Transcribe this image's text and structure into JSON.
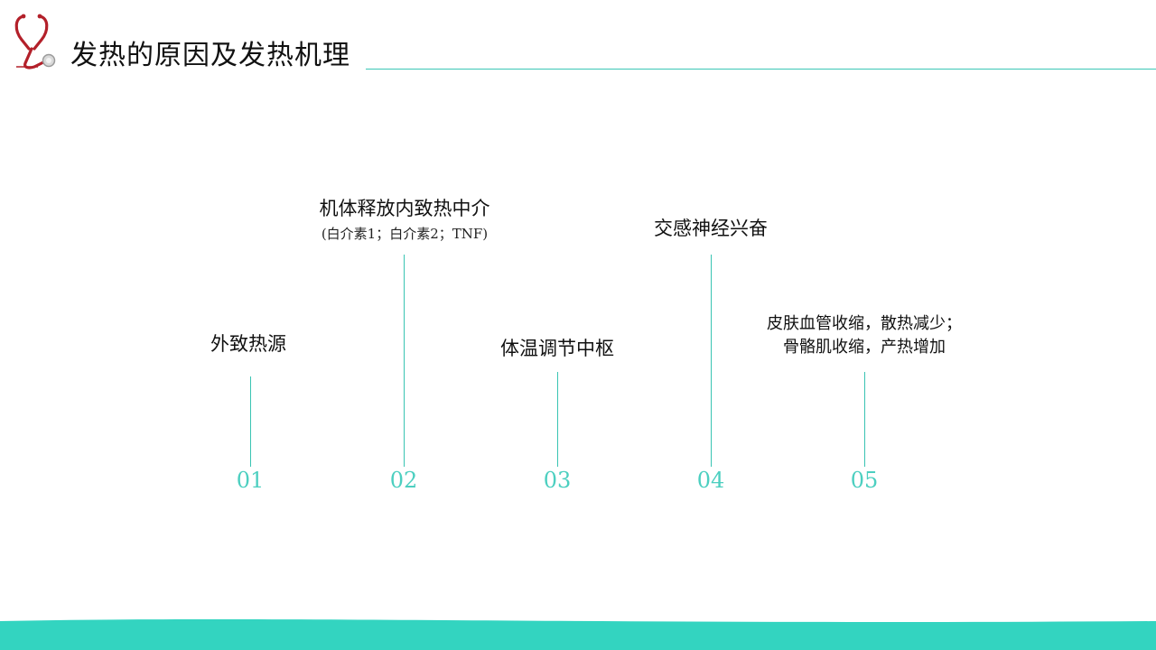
{
  "slide": {
    "title": "发热的原因及发热机理"
  },
  "colors": {
    "accent": "#3cc7b6",
    "number": "#4ccfc0",
    "footer": "#33d4c0",
    "logo_red": "#b3202a",
    "logo_gray": "#c9c9c9"
  },
  "icons": {
    "logo": "stethoscope-icon"
  },
  "steps": [
    {
      "number": "01",
      "label": "外致热源"
    },
    {
      "number": "02",
      "label": "机体释放内致热中介",
      "sub": "(白介素1；白介素2；TNF)"
    },
    {
      "number": "03",
      "label": "体温调节中枢"
    },
    {
      "number": "04",
      "label": "交感神经兴奋"
    },
    {
      "number": "05",
      "desc_line1": "皮肤血管收缩，散热减少；",
      "desc_line2": "骨骼肌收缩，产热增加"
    }
  ]
}
